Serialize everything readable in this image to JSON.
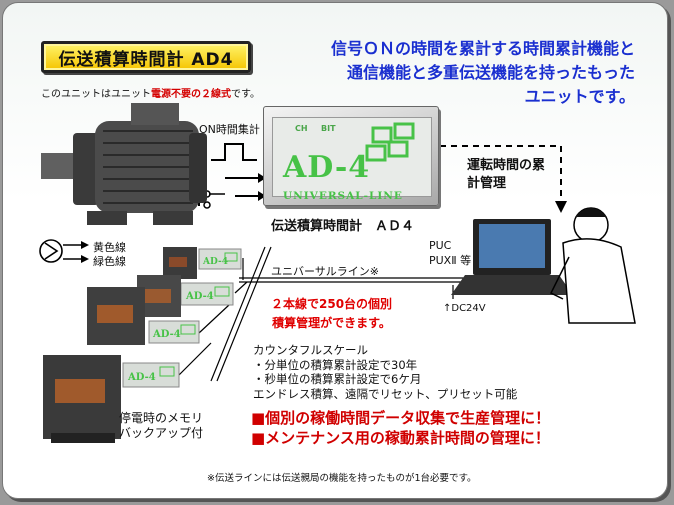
{
  "title": "伝送積算時間計 AD4",
  "subnote": {
    "prefix": "このユニットはユニット",
    "red": "電源不要の２線式",
    "suffix": "です。"
  },
  "headline": [
    "信号ＯＮの時間を累計する時間累計機能と",
    "通信機能と多重伝送機能を持ったもった",
    "ユニットです。"
  ],
  "labels": {
    "on_time": "ON時間集計",
    "device_caption": "伝送積算時間計　ＡＤ４",
    "run_time": [
      "運転時間の累",
      "計管理"
    ],
    "yellow_wire": "黄色線",
    "green_wire": "緑色線",
    "universal_line": "ユニバーサルライン※",
    "puc": "PUC",
    "pux": "PUXⅡ 等",
    "dc24v": "↑DC24V",
    "two_wire": [
      "２本線で250台の個別",
      "積算管理ができます。"
    ],
    "backup": [
      "停電時のメモリ",
      "バックアップ付"
    ]
  },
  "device": {
    "ch": "CH",
    "bit": "BIT",
    "name": "AD-4",
    "line": "UNIVERSAL-LINE"
  },
  "small_device": {
    "name": "AD-4"
  },
  "spec": [
    "カウンタフルスケール",
    "・分単位の積算累計設定で30年",
    "・秒単位の積算累計設定で6ケ月",
    "エンドレス積算、遠隔でリセット、プリセット可能"
  ],
  "big_red": [
    "■個別の稼働時間データ収集で生産管理に！",
    "■メンテナンス用の稼動累計時間の管理に！"
  ],
  "footnote": "※伝送ラインには伝送親局の機能を持ったものが1台必要です。",
  "colors": {
    "headline_blue": "#1a2fd0",
    "accent_red": "#d00000",
    "title_yellow": "#f5c400",
    "device_green": "#47c247"
  }
}
